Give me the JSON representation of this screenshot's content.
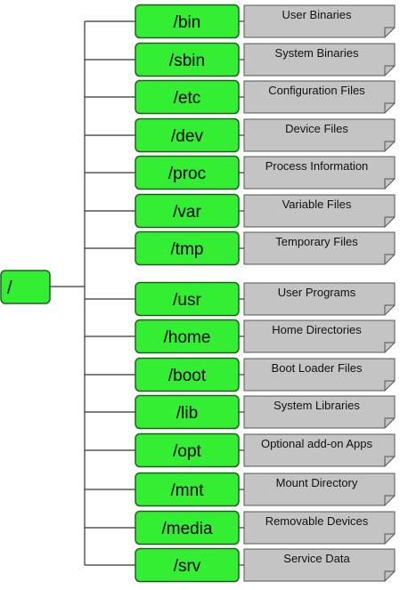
{
  "root": {
    "label": "/"
  },
  "colors": {
    "dir_fill": "#33ee33",
    "dir_stroke": "#1f5f1f",
    "desc_fill": "#c4c4c4",
    "desc_stroke": "#555555",
    "line": "#333333"
  },
  "directories": [
    {
      "name": "/bin",
      "description": "User Binaries"
    },
    {
      "name": "/sbin",
      "description": "System Binaries"
    },
    {
      "name": "/etc",
      "description": "Configuration Files"
    },
    {
      "name": "/dev",
      "description": "Device Files"
    },
    {
      "name": "/proc",
      "description": "Process Information"
    },
    {
      "name": "/var",
      "description": "Variable Files"
    },
    {
      "name": "/tmp",
      "description": "Temporary Files"
    },
    {
      "name": "/usr",
      "description": "User Programs"
    },
    {
      "name": "/home",
      "description": "Home Directories"
    },
    {
      "name": "/boot",
      "description": "Boot Loader Files"
    },
    {
      "name": "/lib",
      "description": "System Libraries"
    },
    {
      "name": "/opt",
      "description": "Optional add-on Apps"
    },
    {
      "name": "/mnt",
      "description": "Mount Directory"
    },
    {
      "name": "/media",
      "description": "Removable Devices"
    },
    {
      "name": "/srv",
      "description": "Service Data"
    }
  ]
}
